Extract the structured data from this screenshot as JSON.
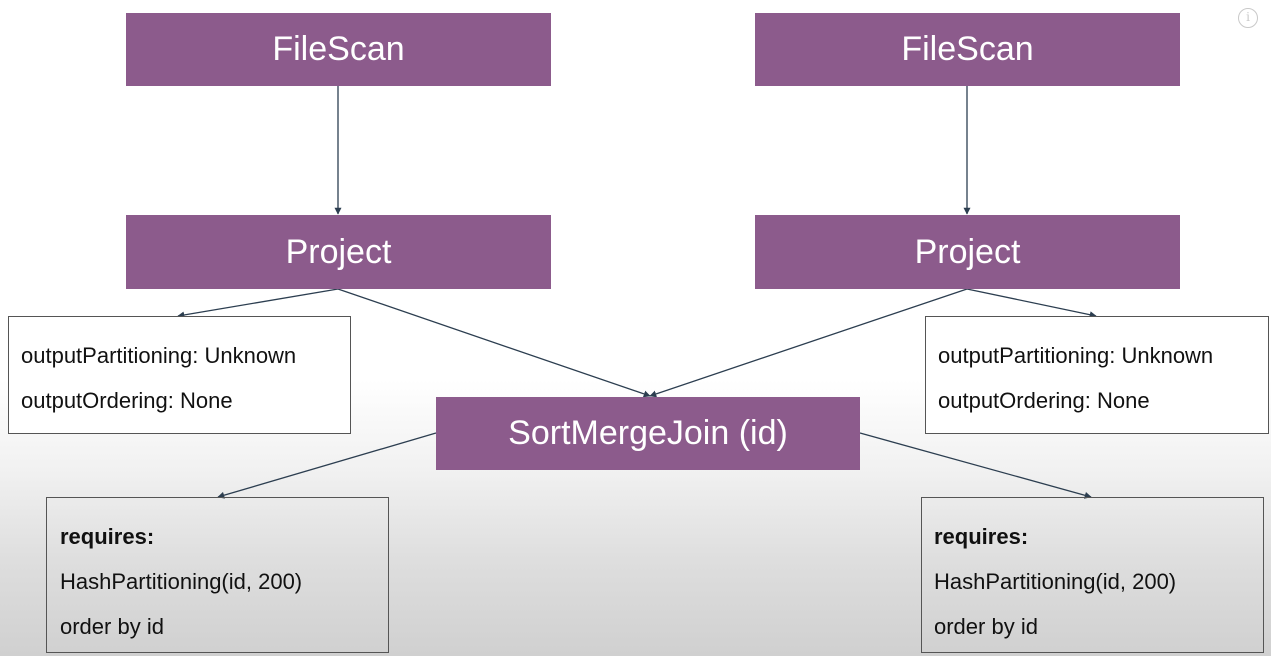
{
  "nodes": {
    "filescan_left": "FileScan",
    "filescan_right": "FileScan",
    "project_left": "Project",
    "project_right": "Project",
    "join": "SortMergeJoin (id)"
  },
  "notes": {
    "output_left": {
      "partitioning": "outputPartitioning: Unknown",
      "ordering": "outputOrdering: None"
    },
    "output_right": {
      "partitioning": "outputPartitioning: Unknown",
      "ordering": "outputOrdering: None"
    },
    "requires_left": {
      "heading": "requires:",
      "partitioning": "HashPartitioning(id, 200)",
      "ordering": "order by id"
    },
    "requires_right": {
      "heading": "requires:",
      "partitioning": "HashPartitioning(id, 200)",
      "ordering": "order by id"
    }
  },
  "icons": {
    "info": "info-icon",
    "info_glyph": "i"
  },
  "colors": {
    "node_fill": "#8c5b8c",
    "node_text": "#ffffff",
    "edge": "#2c3e50"
  }
}
